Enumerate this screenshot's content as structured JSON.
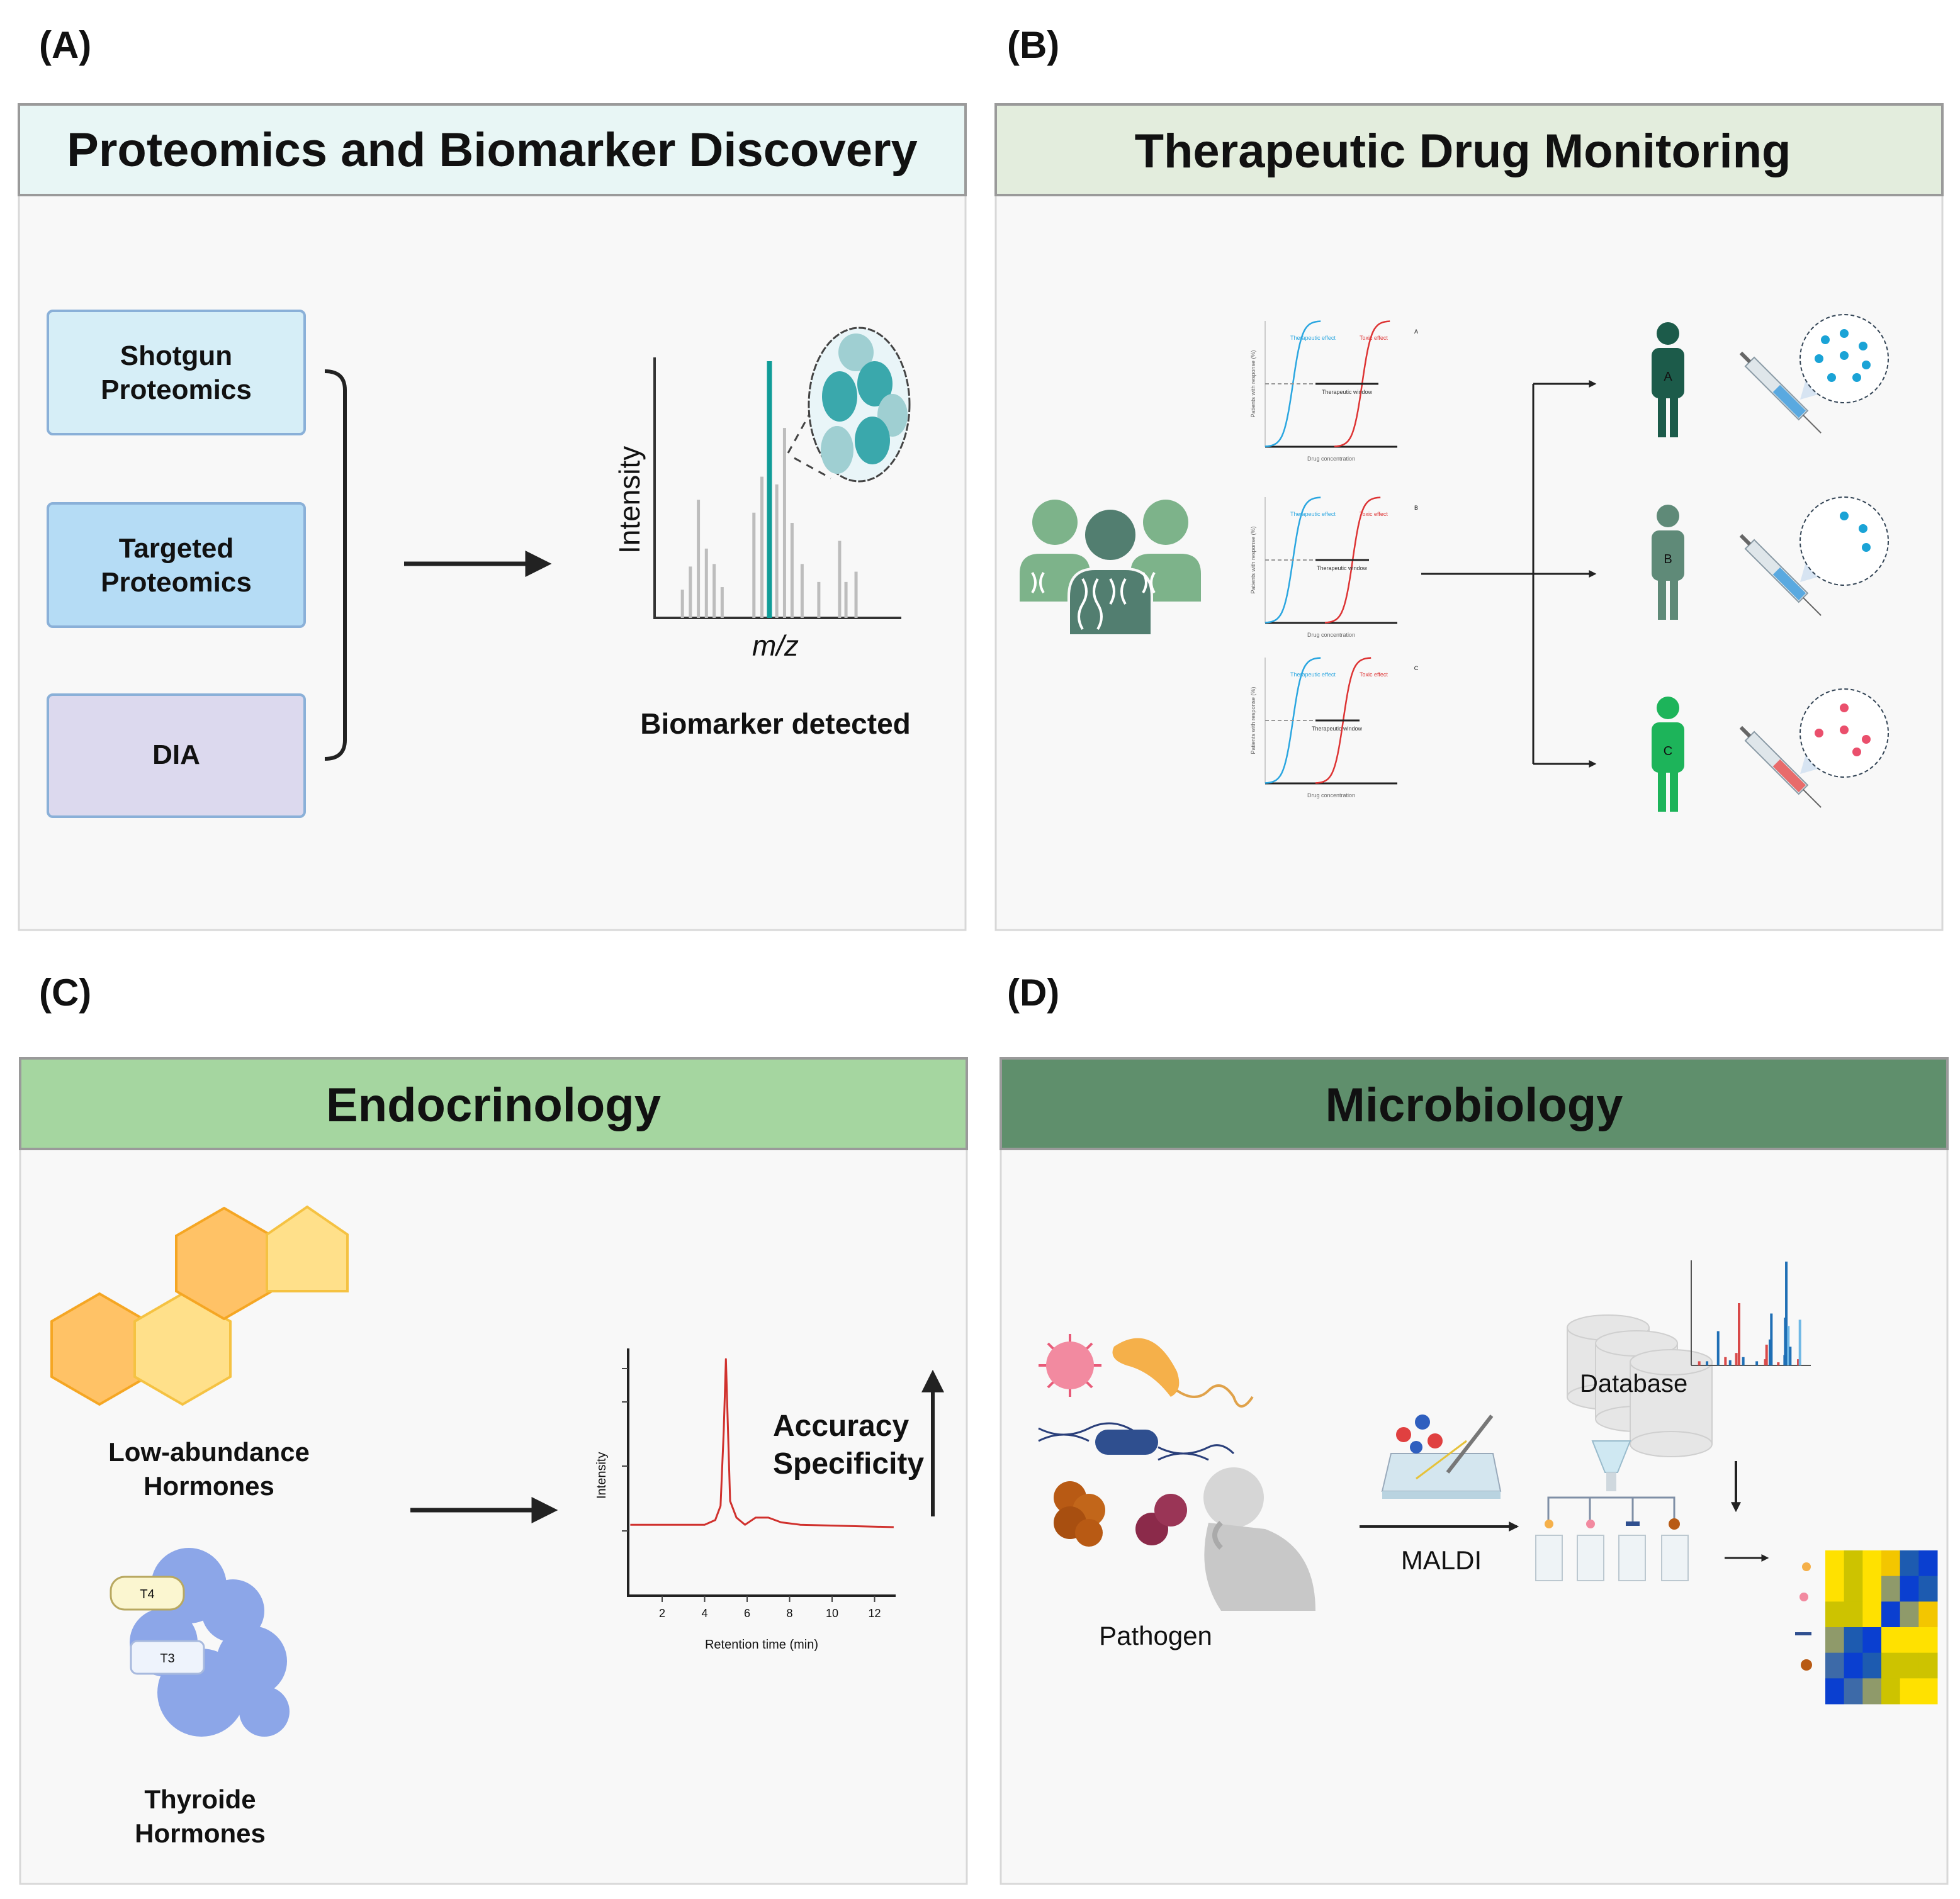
{
  "panels": {
    "a": {
      "letter": "(A)",
      "title": "Proteomics and Biomarker Discovery",
      "header_color": "#e8f6f5",
      "methods": [
        {
          "line1": "Shotgun",
          "line2": "Proteomics",
          "color": "#d6eef7"
        },
        {
          "line1": "Targeted",
          "line2": "Proteomics",
          "color": "#b5dcf5"
        },
        {
          "line1": "DIA",
          "line2": "",
          "color": "#dcd9ee"
        }
      ],
      "spectrum": {
        "ylabel": "Intensity",
        "xlabel": "m/z",
        "caption": "Biomarker detected",
        "bars": [
          {
            "mz": 15.2,
            "i": 0.11
          },
          {
            "mz": 18.7,
            "i": 0.2
          },
          {
            "mz": 22.2,
            "i": 0.46
          },
          {
            "mz": 25.7,
            "i": 0.27
          },
          {
            "mz": 29.1,
            "i": 0.21
          },
          {
            "mz": 32.6,
            "i": 0.12
          },
          {
            "mz": 46.5,
            "i": 0.41
          },
          {
            "mz": 50.0,
            "i": 0.55
          },
          {
            "mz": 53.3,
            "i": 1.0,
            "biomarker": true
          },
          {
            "mz": 56.5,
            "i": 0.52
          },
          {
            "mz": 59.9,
            "i": 0.74
          },
          {
            "mz": 63.2,
            "i": 0.37
          },
          {
            "mz": 67.6,
            "i": 0.21
          },
          {
            "mz": 74.9,
            "i": 0.14
          },
          {
            "mz": 84.0,
            "i": 0.3
          },
          {
            "mz": 86.8,
            "i": 0.14
          },
          {
            "mz": 91.2,
            "i": 0.18
          }
        ],
        "biomarker_color": "#109c98"
      }
    },
    "b": {
      "letter": "(B)",
      "title": "Therapeutic Drug Monitoring",
      "header_color": "#e3eddd",
      "curves": [
        {
          "label": "A",
          "therapeutic": "Therapeutic effect",
          "toxic": "Toxic effect",
          "window": "Therapeutic window",
          "xlabel": "Drug concentration",
          "ylabel": "Patients with response (%)"
        },
        {
          "label": "B",
          "therapeutic": "Therapeutic effect",
          "toxic": "Toxic effect",
          "window": "Therapeutic window",
          "xlabel": "Drug concentration",
          "ylabel": "Patients with response (%)"
        },
        {
          "label": "C",
          "therapeutic": "Therapeutic effect",
          "toxic": "Toxic effect",
          "window": "Therapeutic window",
          "xlabel": "Drug concentration",
          "ylabel": "Patients with response (%)"
        }
      ],
      "patients": [
        {
          "label": "A",
          "color": "#1c5b4a",
          "dots": 8,
          "dot_color": "#1aa3d6"
        },
        {
          "label": "B",
          "color": "#5f8a78",
          "dots": 3,
          "dot_color": "#1aa3d6"
        },
        {
          "label": "C",
          "color": "#1db45a",
          "dots": 5,
          "dot_color": "#ea4f6c"
        }
      ]
    },
    "c": {
      "letter": "(C)",
      "title": "Endocrinology",
      "header_color": "#a5d6a0",
      "low_abundance": {
        "line1": "Low-abundance",
        "line2": "Hormones"
      },
      "thyroid": {
        "line1": "Thyroide",
        "line2": "Hormones",
        "t4": "T4",
        "t3": "T3"
      },
      "chromatogram": {
        "ylabel": "Intensity",
        "xlabel": "Retention time (min)",
        "xticks": [
          "2",
          "4",
          "6",
          "8",
          "10",
          "12"
        ],
        "points": [
          [
            0.5,
            0.3
          ],
          [
            4.0,
            0.3
          ],
          [
            4.5,
            0.32
          ],
          [
            4.75,
            0.38
          ],
          [
            4.9,
            0.7
          ],
          [
            5.0,
            1.0
          ],
          [
            5.1,
            0.7
          ],
          [
            5.2,
            0.4
          ],
          [
            5.5,
            0.33
          ],
          [
            5.9,
            0.3
          ],
          [
            6.4,
            0.33
          ],
          [
            7.0,
            0.33
          ],
          [
            7.6,
            0.31
          ],
          [
            8.5,
            0.3
          ],
          [
            12.9,
            0.29
          ]
        ],
        "line_color": "#d0312d",
        "annotation1": "Accuracy",
        "annotation2": "Specificity"
      }
    },
    "d": {
      "letter": "(D)",
      "title": "Microbiology",
      "header_color": "#5f8f6c",
      "pathogen_label": "Pathogen",
      "method_label": "MALDI",
      "database_label": "Database",
      "spectrum": [
        {
          "mz": 6.7,
          "i": 0.04,
          "c": "r"
        },
        {
          "mz": 13.2,
          "i": 0.04,
          "c": "b"
        },
        {
          "mz": 22.5,
          "i": 0.33,
          "c": "b"
        },
        {
          "mz": 28.6,
          "i": 0.08,
          "c": "r"
        },
        {
          "mz": 32.5,
          "i": 0.05,
          "c": "b"
        },
        {
          "mz": 37.7,
          "i": 0.12,
          "c": "r"
        },
        {
          "mz": 40.0,
          "i": 0.6,
          "c": "r"
        },
        {
          "mz": 43.5,
          "i": 0.08,
          "c": "b"
        },
        {
          "mz": 54.8,
          "i": 0.04,
          "c": "b"
        },
        {
          "mz": 61.9,
          "i": 0.06,
          "c": "r"
        },
        {
          "mz": 63.0,
          "i": 0.2,
          "c": "r"
        },
        {
          "mz": 65.8,
          "i": 0.25,
          "c": "b"
        },
        {
          "mz": 67.0,
          "i": 0.5,
          "c": "b"
        },
        {
          "mz": 72.8,
          "i": 0.03,
          "c": "r"
        },
        {
          "mz": 78.1,
          "i": 0.1,
          "c": "b"
        },
        {
          "mz": 78.6,
          "i": 0.46,
          "c": "b"
        },
        {
          "mz": 79.5,
          "i": 1.0,
          "c": "b"
        },
        {
          "mz": 81.2,
          "i": 0.38,
          "c": "lb"
        },
        {
          "mz": 82.8,
          "i": 0.18,
          "c": "b"
        },
        {
          "mz": 89.5,
          "i": 0.06,
          "c": "r"
        },
        {
          "mz": 90.9,
          "i": 0.44,
          "c": "lb"
        }
      ],
      "heatmap": [
        [
          "Y",
          "O",
          "Y",
          "G",
          "M",
          "B"
        ],
        [
          "Y",
          "O",
          "Y",
          "K",
          "B",
          "M"
        ],
        [
          "O",
          "O",
          "Y",
          "B",
          "K",
          "G"
        ],
        [
          "K",
          "M",
          "B",
          "Y",
          "Y",
          "Y"
        ],
        [
          "S",
          "B",
          "M",
          "O",
          "O",
          "O"
        ],
        [
          "B",
          "S",
          "K",
          "O",
          "Y",
          "Y"
        ]
      ],
      "heatmap_colors": {
        "Y": "#ffe100",
        "O": "#cdc300",
        "G": "#f3c600",
        "K": "#8f9a6a",
        "M": "#1d5bb0",
        "B": "#0a3fd0",
        "S": "#3d6aa8"
      }
    }
  }
}
